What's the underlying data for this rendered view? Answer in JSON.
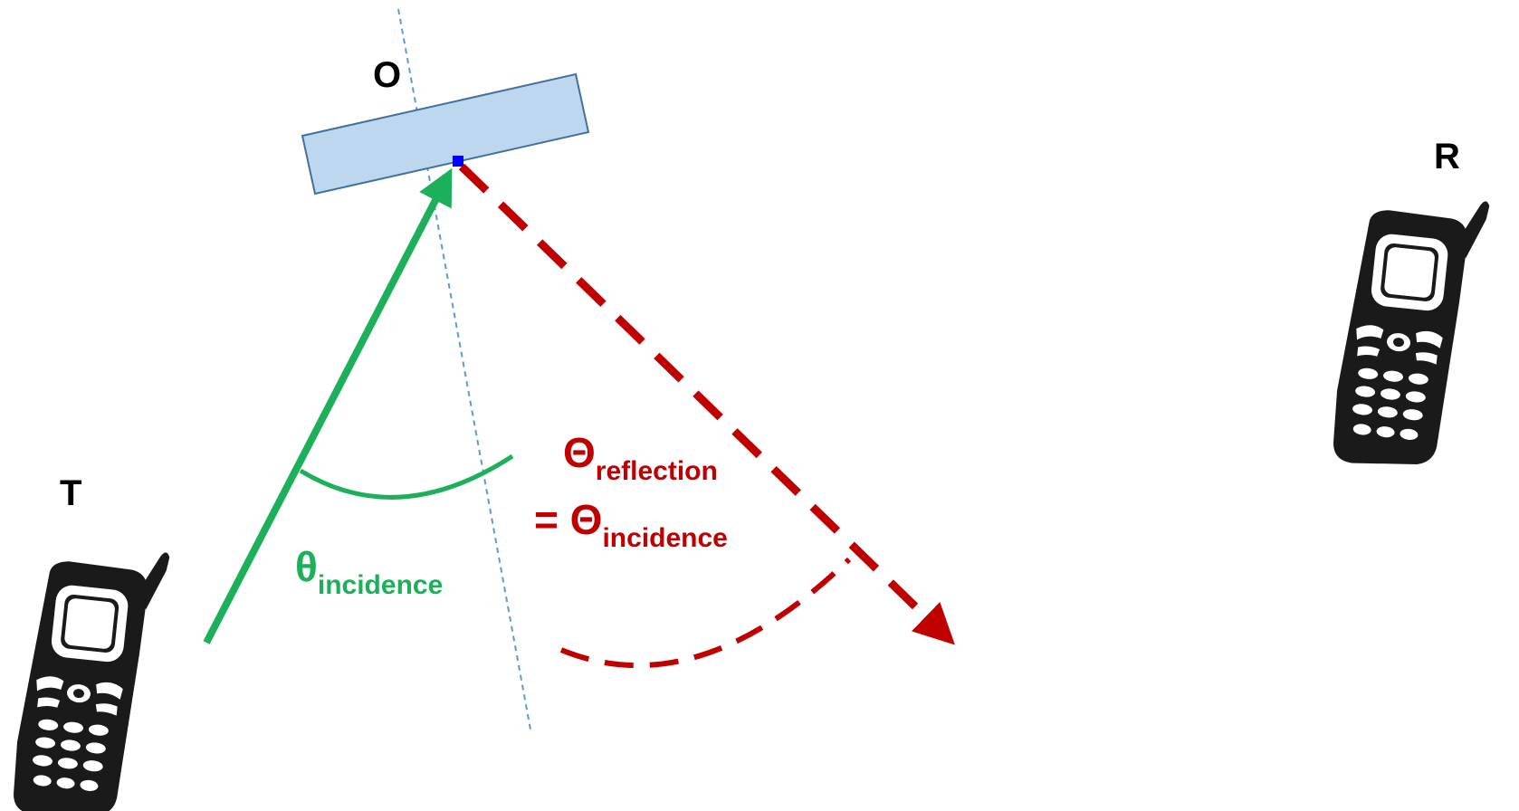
{
  "nodes": {
    "transmitter": {
      "label": "T",
      "icon": "mobile-phone-icon"
    },
    "receiver": {
      "label": "R",
      "icon": "mobile-phone-icon"
    },
    "reflector": {
      "label": "O",
      "icon": "reflecting-surface"
    }
  },
  "angles": {
    "incidence": {
      "symbol": "θ",
      "subscript": "incidence"
    },
    "reflection": {
      "symbol": "Θ",
      "subscript": "reflection",
      "equals_prefix": "= ",
      "equals_symbol": "Θ",
      "equals_subscript": "incidence"
    }
  },
  "colors": {
    "incident_ray": "#1db05a",
    "reflected_ray": "#c00000",
    "normal_line": "#5b9bd5",
    "surface_fill": "#bdd7ee",
    "surface_stroke": "#41719c",
    "right_angle_marker": "#0000ff",
    "phone": "#1a1a1a"
  }
}
